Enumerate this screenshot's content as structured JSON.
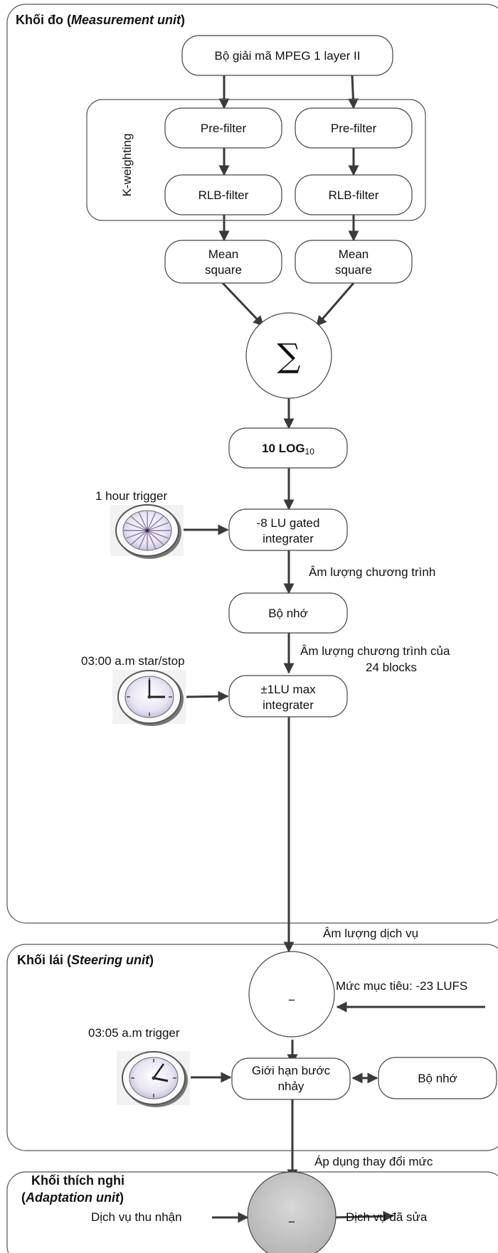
{
  "measurement": {
    "title": "Khối đo (",
    "title_en": "Measurement unit",
    "title_end": ")",
    "decoder": "Bộ giải mã MPEG 1 layer II",
    "kweighting": "K-weighting",
    "prefilter_left": "Pre-filter",
    "prefilter_right": "Pre-filter",
    "rlb_left": "RLB-filter",
    "rlb_right": "RLB-filter",
    "mean_left_1": "Mean",
    "mean_left_2": "square",
    "mean_right_1": "Mean",
    "mean_right_2": "square",
    "sigma": "∑",
    "log_main": "10 LOG",
    "log_sub": "10",
    "trigger1": "1 hour trigger",
    "gated_1": "-8 LU gated",
    "gated_2": "integrater",
    "program_loudness": "Âm lượng chương trình",
    "memory": "Bộ nhớ",
    "trigger2": "03:00 a.m star/stop",
    "program_24_1": "Âm lượng chương trình của",
    "program_24_2": "24 blocks",
    "max_1": "±1LU max",
    "max_2": "integrater"
  },
  "between": {
    "service_loudness": "Âm lượng dịch vụ",
    "apply_change": "Áp dụng thay đổi mức"
  },
  "steering": {
    "title": "Khối lái (",
    "title_en": "Steering unit",
    "title_end": ")",
    "minus": "−",
    "target": "Mức mục tiêu: -23 LUFS",
    "trigger3": "03:05 a.m trigger",
    "limit_1": "Giới hạn bước",
    "limit_2": "nhảy",
    "memory": "Bộ nhớ"
  },
  "adaptation": {
    "title_1": "Khối thích nghi",
    "title_2a": "(",
    "title_2b": "Adaptation unit",
    "title_2c": ")",
    "minus": "−",
    "input": "Dịch vụ thu nhận",
    "output": "Dịch vụ đã sửa"
  }
}
